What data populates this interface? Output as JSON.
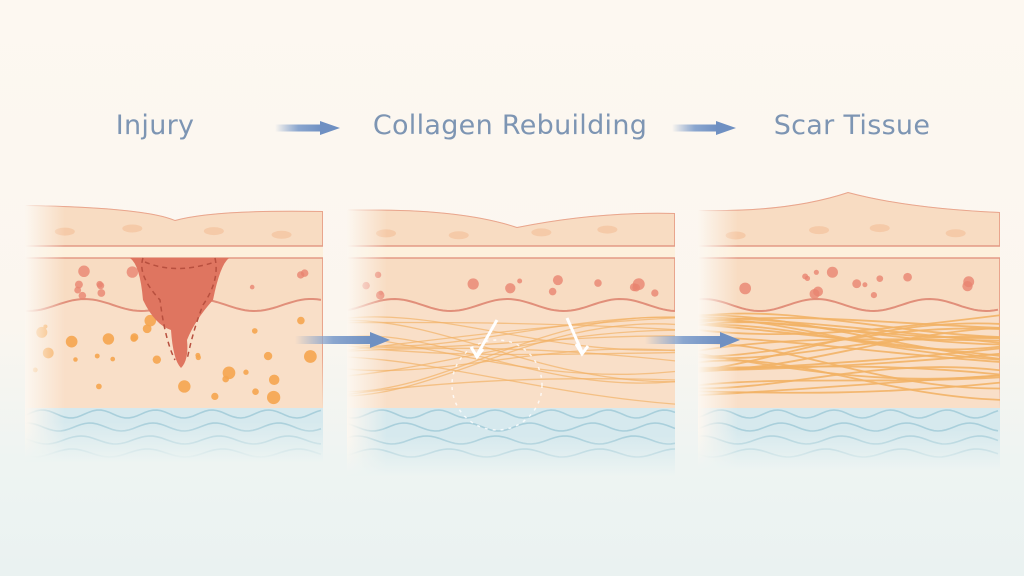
{
  "stages": [
    {
      "label": "Injury"
    },
    {
      "label": "Collagen Rebuilding"
    },
    {
      "label": "Scar Tissue"
    }
  ],
  "colors": {
    "title": "#7d95b3",
    "arrow": "#7d9cc8",
    "epidermis": "#f8dcc2",
    "dermis": "#f0a48c",
    "lower_dermis": "#f9dfc8",
    "hypodermis": "#d6e9ee",
    "wound": "#df7560",
    "collagen": "#f2b266"
  }
}
